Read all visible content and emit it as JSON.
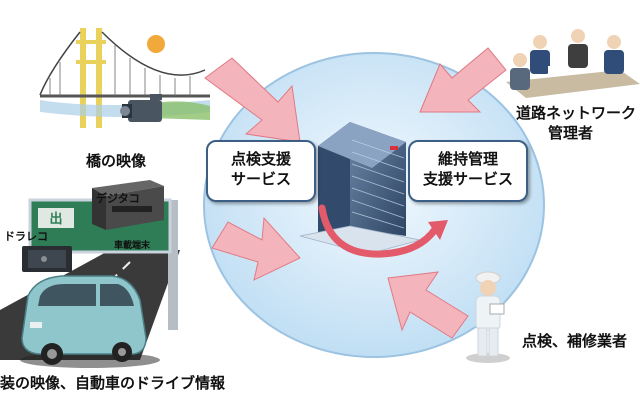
{
  "labels": {
    "bridge": "橋の映像",
    "digitaco": "デジタコ",
    "dorareco": "ドラレコ",
    "onboard_terminal": "車載端末",
    "vehicle_info": "装の映像、自動車のドライブ情報",
    "road_manager_line1": "道路ネットワーク",
    "road_manager_line2": "管理者",
    "inspector": "点検、補修業者"
  },
  "services": {
    "inspection_line1": "点検支援",
    "inspection_line2": "サービス",
    "maintenance_line1": "維持管理",
    "maintenance_line2": "支援サービス"
  },
  "sign_glyph": "出",
  "colors": {
    "circle_fill": "#cfe6f7",
    "arrow_fill": "#f4b4bb",
    "arrow_stroke": "#e07a85",
    "cycle_arrow": "#e35a6a",
    "box_border": "#3d5f86",
    "vehicle": "#8fc6cc",
    "road": "#3a3a3a"
  },
  "icons": [
    "suspension-bridge-icon",
    "sun-icon",
    "video-camera-icon",
    "data-center-building-icon",
    "meeting-people-icon",
    "inspector-worker-icon",
    "van-icon",
    "drive-recorder-icon",
    "digital-tachograph-icon",
    "road-sign-icon"
  ]
}
